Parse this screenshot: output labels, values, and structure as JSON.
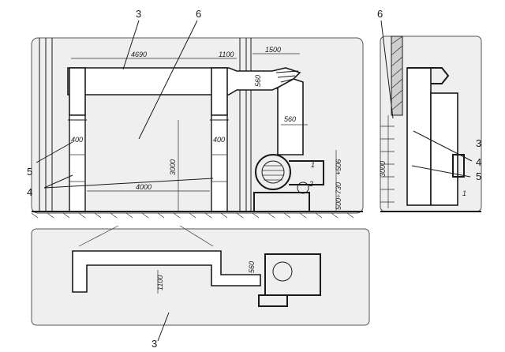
{
  "labels": {
    "ref_3_top": "3",
    "ref_6_top": "6",
    "ref_6_right": "6",
    "ref_3_right": "3",
    "ref_4_right": "4",
    "ref_5_right": "5",
    "ref_5_left": "5",
    "ref_4_left": "4",
    "ref_3_bottom": "3",
    "ref_1_fan": "1",
    "ref_2_motor": "2",
    "ref_1_right": "1"
  },
  "dimensions": {
    "d4690": "4690",
    "d1100_top": "1100",
    "d1500": "1500",
    "d560_right": "560",
    "d560_mid": "560",
    "d400_left": "400",
    "d400_right": "400",
    "d3000_main": "3000",
    "d4000": "4000",
    "d506": "+506",
    "d500_730": "500÷730",
    "d3000_side": "3000",
    "d560_plan": "560",
    "d1100_plan": "1100"
  }
}
